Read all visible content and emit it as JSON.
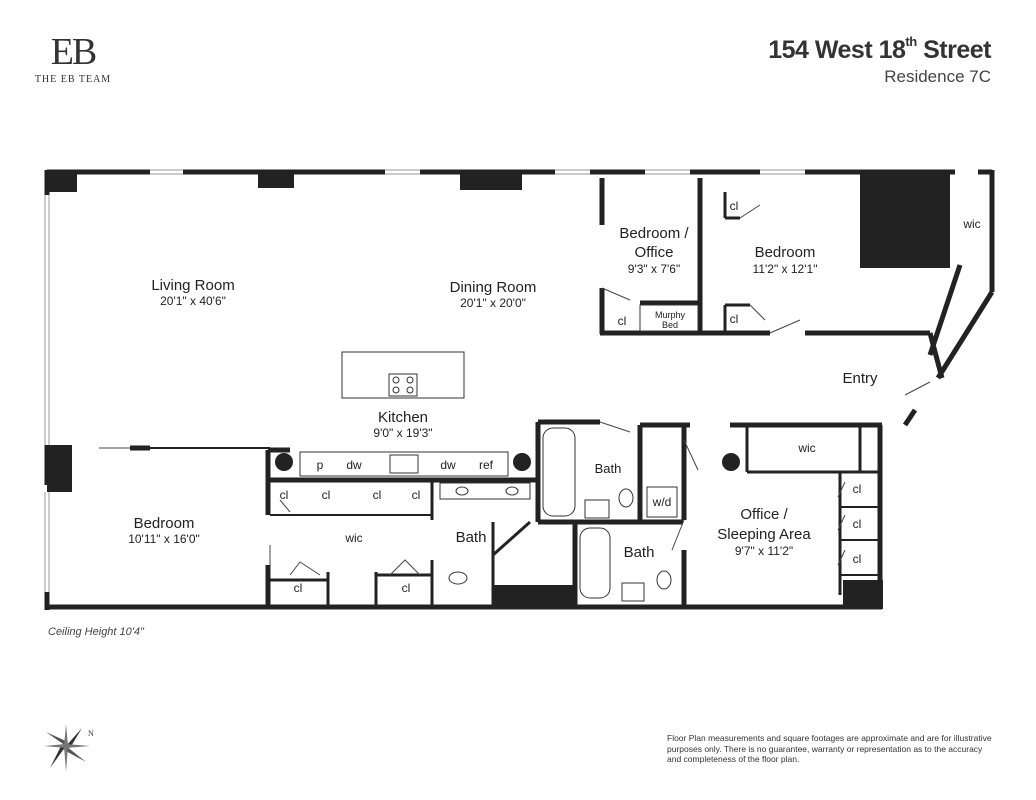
{
  "brand": {
    "mark": "EB",
    "name": "THE EB TEAM"
  },
  "address": {
    "street_number_and_name": "154 West 18",
    "ordinal_suffix": "th",
    "street_suffix": " Street",
    "residence": "Residence 7C"
  },
  "rooms": {
    "living_room": {
      "name": "Living Room",
      "dims": "20'1\" x 40'6\""
    },
    "dining_room": {
      "name": "Dining Room",
      "dims": "20'1\" x 20'0\""
    },
    "kitchen": {
      "name": "Kitchen",
      "dims": "9'0\" x 19'3\""
    },
    "bedroom_office": {
      "name_line1": "Bedroom /",
      "name_line2": "Office",
      "dims": "9'3\" x 7'6\""
    },
    "bedroom_ne": {
      "name": "Bedroom",
      "dims": "11'2\" x 12'1\""
    },
    "bedroom_sw": {
      "name": "Bedroom",
      "dims": "10'11\" x 16'0\""
    },
    "office_sleeping": {
      "name_line1": "Office /",
      "name_line2": "Sleeping Area",
      "dims": "9'7\" x 11'2\""
    },
    "entry": {
      "name": "Entry"
    }
  },
  "labels": {
    "wic": "wic",
    "cl": "cl",
    "bath": "Bath",
    "murphy_line1": "Murphy",
    "murphy_line2": "Bed",
    "p": "p",
    "dw": "dw",
    "ref": "ref",
    "wd": "w/d"
  },
  "ceiling_height": "Ceiling Height 10'4\"",
  "compass": {
    "north_label": "N"
  },
  "disclaimer": "Floor Plan measurements and square footages are approximate and are for illustrative purposes only. There is no guarantee, warranty or representation as to the accuracy and completeness of the floor plan."
}
